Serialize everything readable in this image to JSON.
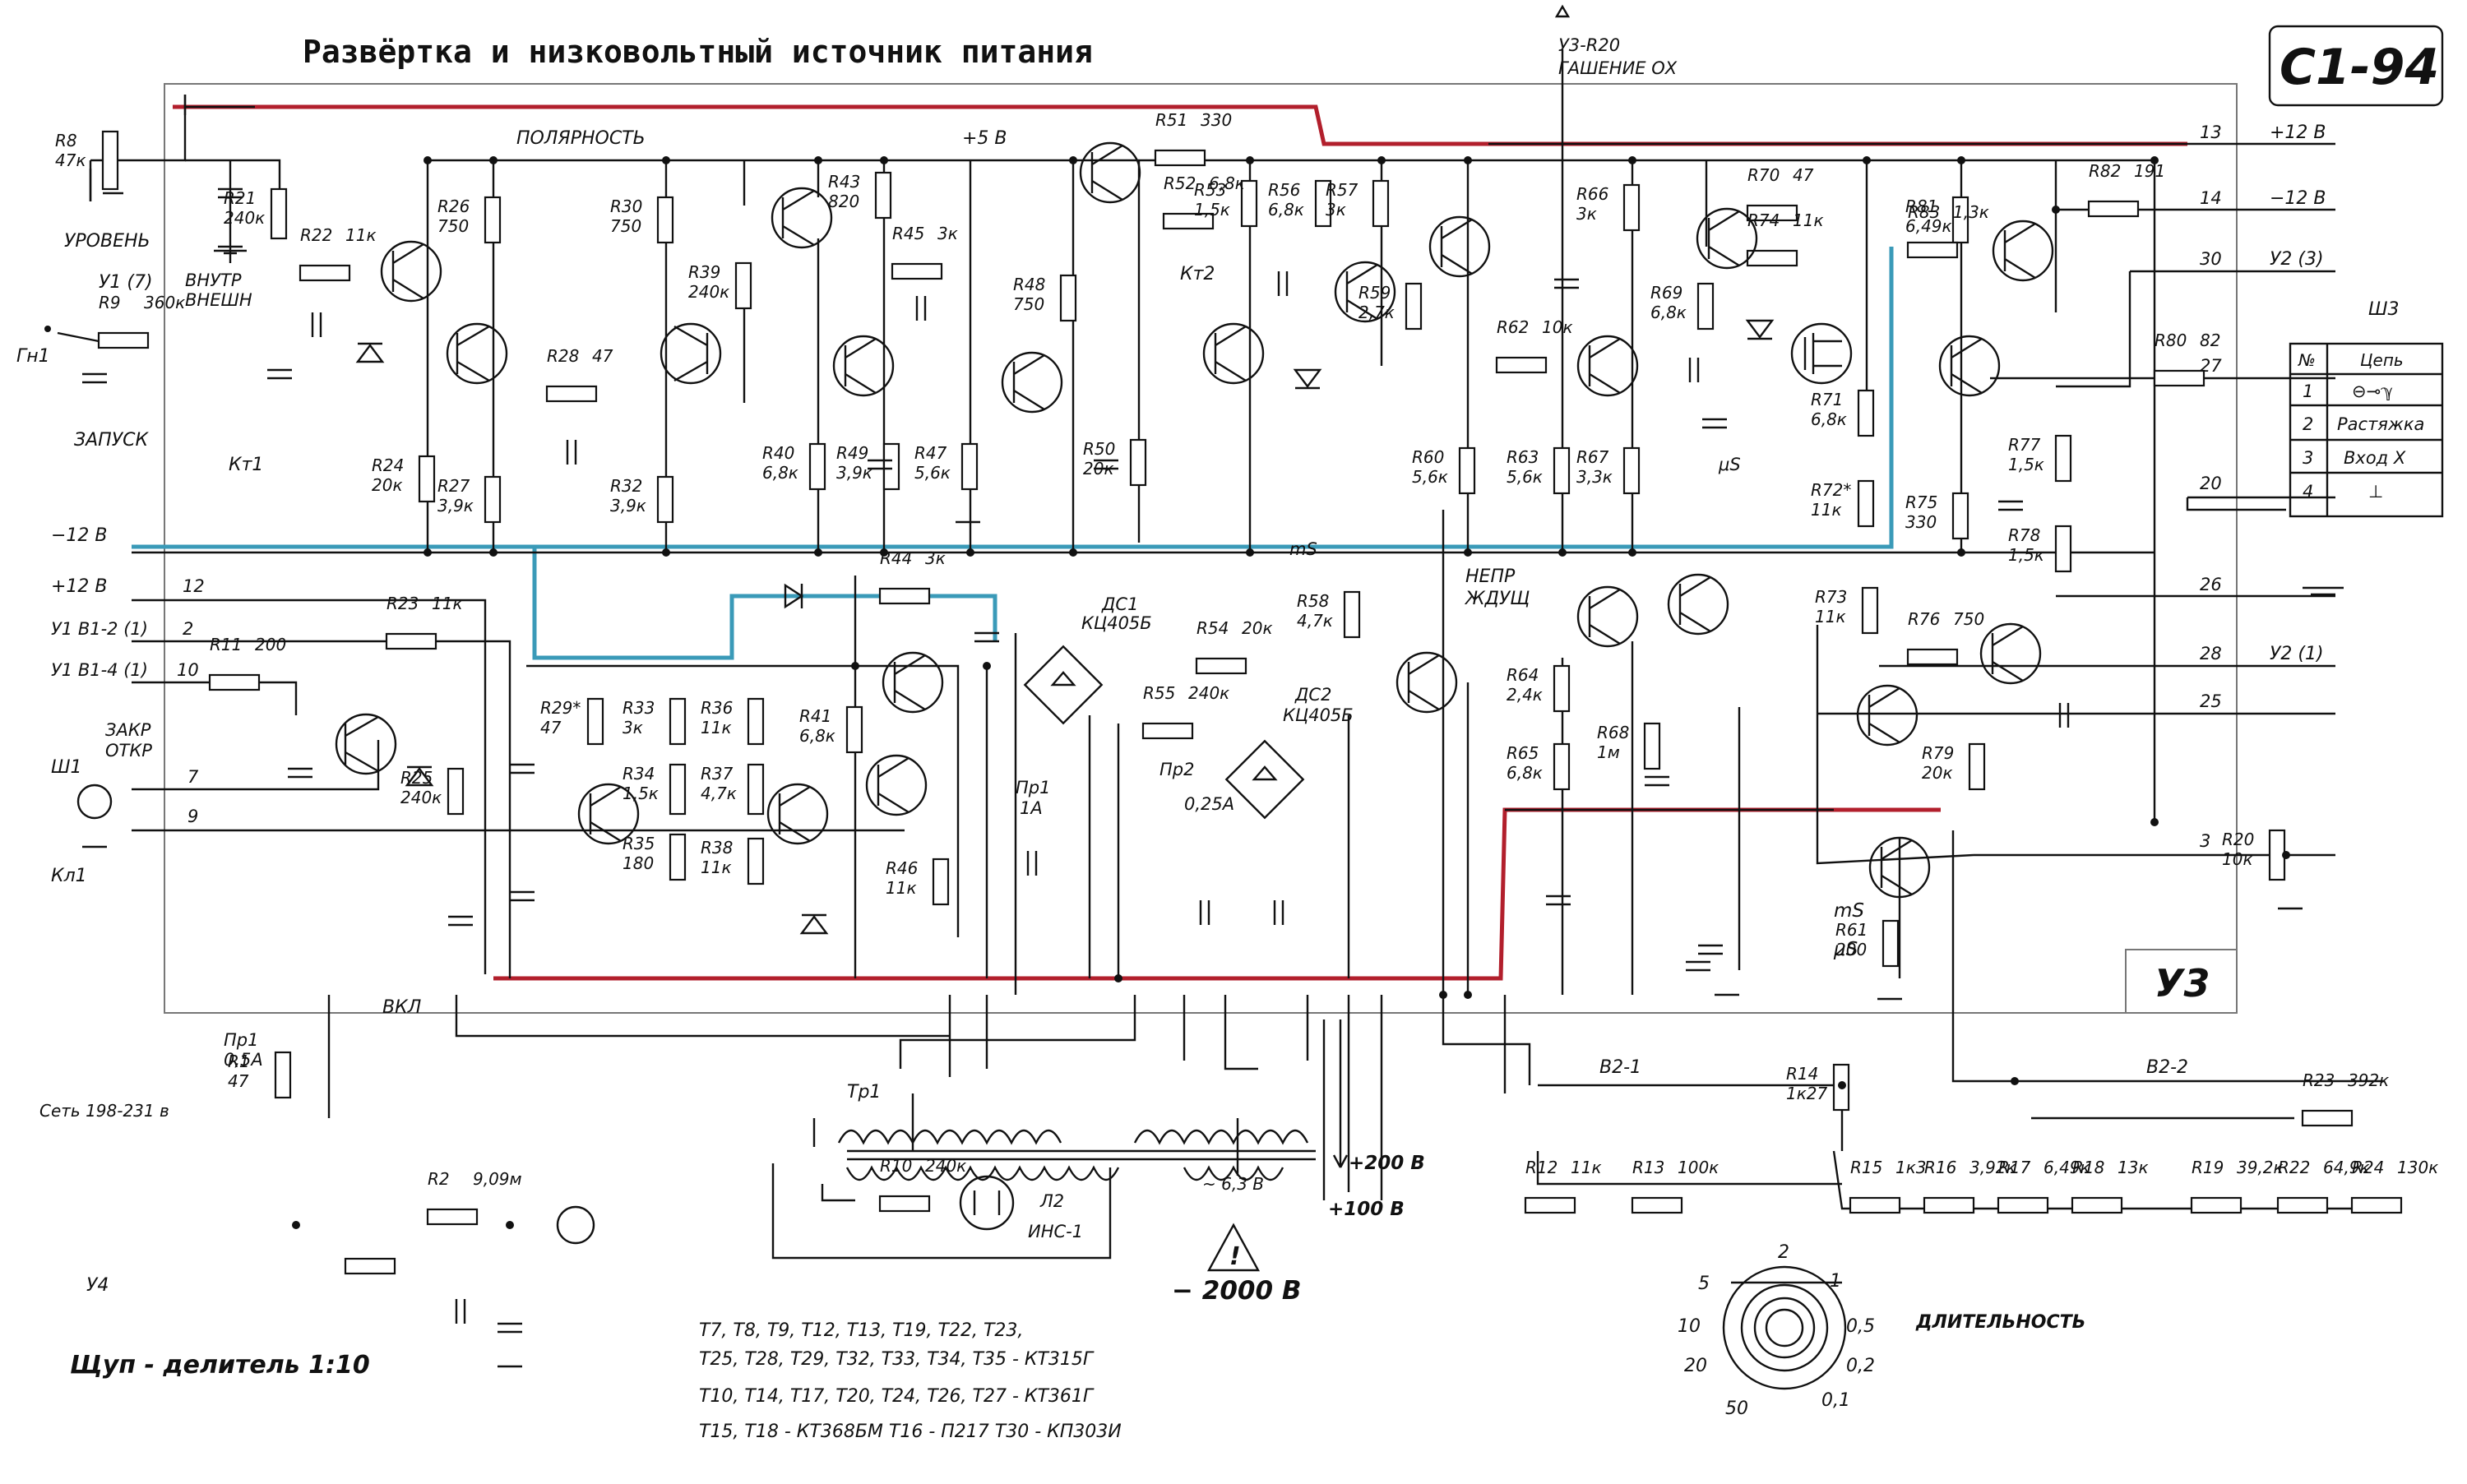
{
  "title": "Развёртка и низковольтный источник питания",
  "model": "С1-94",
  "block_label": "У3",
  "top_right_label": [
    "У3-R20",
    "ГАШЕНИЕ ОХ"
  ],
  "connector": {
    "name": "Ш3",
    "header": [
      "№",
      "Цепь"
    ],
    "rows": [
      {
        "num": "1",
        "circuit": "⊖⊸ℽ"
      },
      {
        "num": "2",
        "circuit": "Растяжка"
      },
      {
        "num": "3",
        "circuit": "Вход  X"
      },
      {
        "num": "4",
        "circuit": "⊥"
      }
    ]
  },
  "outputs_right": [
    {
      "pin": "13",
      "label": "+12 В"
    },
    {
      "pin": "14",
      "label": "−12 В"
    },
    {
      "pin": "30",
      "label": "У2 (3)"
    },
    {
      "pin": "27",
      "label": ""
    },
    {
      "pin": "20",
      "label": ""
    },
    {
      "pin": "26",
      "label": ""
    },
    {
      "pin": "28",
      "label": "У2 (1)"
    },
    {
      "pin": "25",
      "label": ""
    },
    {
      "pin": "3",
      "label": ""
    }
  ],
  "inputs_left": [
    {
      "label": "−12 В"
    },
    {
      "pin": "12",
      "label": "+12 В"
    },
    {
      "pin": "2",
      "label": "У1 В1-2 (1)"
    },
    {
      "pin": "10",
      "label": "У1 В1-4 (1)"
    },
    {
      "pin": "7",
      "label": "Ш1"
    },
    {
      "pin": "9",
      "label": "Кл1"
    }
  ],
  "components": [
    {
      "ref": "R8",
      "value": "47к"
    },
    {
      "ref": "R21",
      "value": "240к"
    },
    {
      "ref": "R22",
      "value": "11к"
    },
    {
      "ref": "R9",
      "value": "360к"
    },
    {
      "ref": "R26",
      "value": "750"
    },
    {
      "ref": "R28",
      "value": "47"
    },
    {
      "ref": "R27",
      "value": "3,9к"
    },
    {
      "ref": "R24",
      "value": "20к"
    },
    {
      "ref": "R30",
      "value": "750"
    },
    {
      "ref": "R39",
      "value": "240к"
    },
    {
      "ref": "R32",
      "value": "3,9к"
    },
    {
      "ref": "R43",
      "value": "820"
    },
    {
      "ref": "R45",
      "value": "3к"
    },
    {
      "ref": "R40",
      "value": "6,8к"
    },
    {
      "ref": "R49",
      "value": "3,9к"
    },
    {
      "ref": "R47",
      "value": "5,6к"
    },
    {
      "ref": "R48",
      "value": "750"
    },
    {
      "ref": "R50",
      "value": "20к"
    },
    {
      "ref": "R51",
      "value": "330"
    },
    {
      "ref": "R52",
      "value": "6,8к"
    },
    {
      "ref": "R53",
      "value": "1,5к"
    },
    {
      "ref": "R56",
      "value": "6,8к"
    },
    {
      "ref": "R57",
      "value": "3к"
    },
    {
      "ref": "R59",
      "value": "2,7к"
    },
    {
      "ref": "R60",
      "value": "5,6к"
    },
    {
      "ref": "R62",
      "value": "10к"
    },
    {
      "ref": "R63",
      "value": "5,6к"
    },
    {
      "ref": "R66",
      "value": "3к"
    },
    {
      "ref": "R67",
      "value": "3,3к"
    },
    {
      "ref": "R69",
      "value": "6,8к"
    },
    {
      "ref": "R70",
      "value": "47"
    },
    {
      "ref": "R74",
      "value": "11к"
    },
    {
      "ref": "R71",
      "value": "6,8к"
    },
    {
      "ref": "R72*",
      "value": "11к"
    },
    {
      "ref": "R81",
      "value": "6,49к"
    },
    {
      "ref": "R82",
      "value": "191"
    },
    {
      "ref": "R83",
      "value": "1,3к"
    },
    {
      "ref": "R80",
      "value": "82"
    },
    {
      "ref": "R77",
      "value": "1,5к"
    },
    {
      "ref": "R78",
      "value": "1,5к"
    },
    {
      "ref": "R75",
      "value": "330"
    },
    {
      "ref": "R73",
      "value": "11к"
    },
    {
      "ref": "R76",
      "value": "750"
    },
    {
      "ref": "R79",
      "value": "20к"
    },
    {
      "ref": "R20",
      "value": "10к"
    },
    {
      "ref": "R61",
      "value": "200"
    },
    {
      "ref": "R58",
      "value": "4,7к"
    },
    {
      "ref": "R64",
      "value": "2,4к"
    },
    {
      "ref": "R65",
      "value": "6,8к"
    },
    {
      "ref": "R68",
      "value": "1м"
    },
    {
      "ref": "R23",
      "value": "11к"
    },
    {
      "ref": "R11",
      "value": "200"
    },
    {
      "ref": "R25",
      "value": "240к"
    },
    {
      "ref": "R29*",
      "value": "47"
    },
    {
      "ref": "R33",
      "value": "3к"
    },
    {
      "ref": "R34",
      "value": "1,5к"
    },
    {
      "ref": "R35",
      "value": "180"
    },
    {
      "ref": "R36",
      "value": "11к"
    },
    {
      "ref": "R37",
      "value": "4,7к"
    },
    {
      "ref": "R38",
      "value": "11к"
    },
    {
      "ref": "R41",
      "value": "6,8к"
    },
    {
      "ref": "R44",
      "value": "3к"
    },
    {
      "ref": "R46",
      "value": "11к"
    },
    {
      "ref": "R54",
      "value": "20к"
    },
    {
      "ref": "R55",
      "value": "240к"
    },
    {
      "ref": "R10",
      "value": "240к"
    },
    {
      "ref": "R14",
      "value": "1к27"
    },
    {
      "ref": "R12",
      "value": "11к"
    },
    {
      "ref": "R13",
      "value": "100к"
    },
    {
      "ref": "R15",
      "value": "1к3"
    },
    {
      "ref": "R16",
      "value": "3,92к"
    },
    {
      "ref": "R17",
      "value": "6,49к"
    },
    {
      "ref": "R18",
      "value": "13к"
    },
    {
      "ref": "R19",
      "value": "39,2к"
    },
    {
      "ref": "R22",
      "value": "64,9к"
    },
    {
      "ref": "R24",
      "value": "130к"
    },
    {
      "ref": "R23",
      "value": "392к"
    },
    {
      "ref": "R1",
      "value": "47"
    },
    {
      "ref": "R2",
      "value": "9,09м"
    }
  ],
  "transistors_list": [
    "Т7, Т8, Т9, Т12, Т13, Т19, Т22, Т23,",
    "Т25, Т28, Т29, Т32, Т33, Т34, Т35 - КТ315Г",
    "Т10, Т14, Т17, Т20, Т24, Т26, Т27 - КТ361Г",
    "Т15, Т18 - КТ368БМ  Т16 - П217  Т30 - КП303И"
  ],
  "probe": {
    "title": "Щуп - делитель 1:10",
    "label": "У4"
  },
  "duration": {
    "label": "ДЛИТЕЛЬНОСТЬ",
    "values": [
      "2",
      "1",
      "0,5",
      "0,2",
      "0,1",
      "50",
      "20",
      "10",
      "5"
    ]
  },
  "labels": {
    "polarity": "ПОЛЯРНОСТЬ",
    "level": "УРОВЕНЬ",
    "internal_external": [
      "ВНУТР",
      "ВНЕШН"
    ],
    "trigger": "ЗАПУСК",
    "closed_open": [
      "ЗАКР",
      "ОТКР"
    ],
    "continuous_waiting": [
      "НЕПР",
      "ЖДУЩ"
    ],
    "mains": "Сеть 198-231 в",
    "hv1": "+200 В",
    "hv2": "+100 В",
    "hv3": "− 2000 В",
    "ac": "~ 6,3 В",
    "stretch": "ВКЛ",
    "u1_7": "У1 (7)",
    "gn1": "Гн1",
    "kt1": "Кт1",
    "kt2": "Кт2",
    "plus5": "+5 В",
    "ms": "mS",
    "us": "μS",
    "dc1": [
      "ДС1",
      "КЦ405Б"
    ],
    "dc2": [
      "ДС2",
      "КЦ405Б"
    ],
    "tr1": "Тр1",
    "lamp": [
      "Л2",
      "ИНС-1"
    ],
    "fuse1": [
      "Пр1",
      "1А"
    ],
    "fuse2": [
      "Пр2",
      "0,25А"
    ],
    "fuse3": [
      "Пр1",
      "0,5А"
    ],
    "sw_b21": "В2-1",
    "sw_b22": "В2-2"
  },
  "colors": {
    "red_bus": "#b21f2c",
    "blue_bus": "#3a9ab8",
    "voltage_red": "#b0323a",
    "voltage_blue": "#2f8fb0"
  }
}
